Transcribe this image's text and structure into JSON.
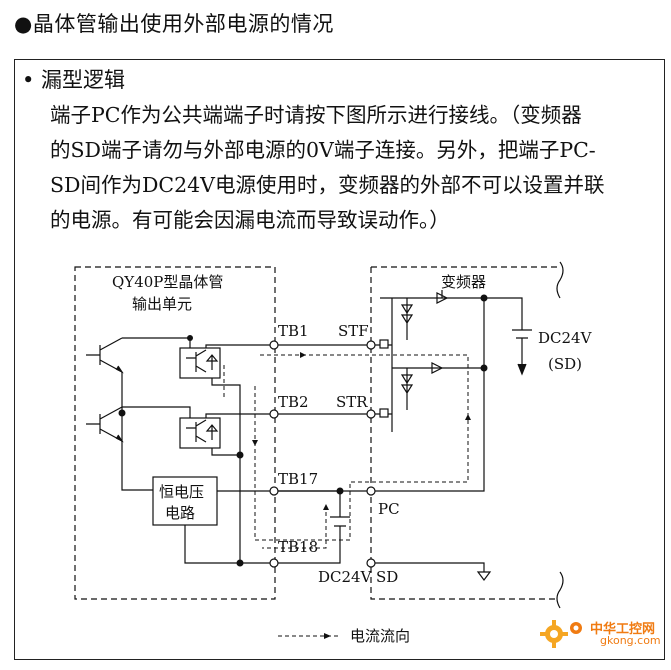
{
  "heading": "●晶体管输出使用外部电源的情况",
  "subheading": "• 漏型逻辑",
  "paragraph_lines": [
    "端子PC作为公共端端子时请按下图所示进行接线。（变频器",
    "的SD端子请勿与外部电源的0V端子连接。另外，把端子PC-",
    "SD间作为DC24V电源使用时，变频器的外部不可以设置并联",
    "的电源。有可能会因漏电流而导致误动作。）"
  ],
  "diagram": {
    "module_label_line1": "QY40P型晶体管",
    "module_label_line2": "输出单元",
    "inverter_label": "变频器",
    "regulator_line1": "恒电压",
    "regulator_line2": "电路",
    "tb1": "TB1",
    "tb2": "TB2",
    "tb17": "TB17",
    "tb18": "TB18",
    "stf": "STF",
    "str": "STR",
    "pc": "PC",
    "sd": "SD",
    "dc24v_internal_line1": "DC24V",
    "dc24v_internal_line2": "(SD)",
    "dc24v_external": "DC24V",
    "legend": "电流流向"
  },
  "watermark": {
    "name": "中华工控网",
    "url": "gkong.com"
  },
  "colors": {
    "text": "#111111",
    "watermark": "#f07b12"
  }
}
